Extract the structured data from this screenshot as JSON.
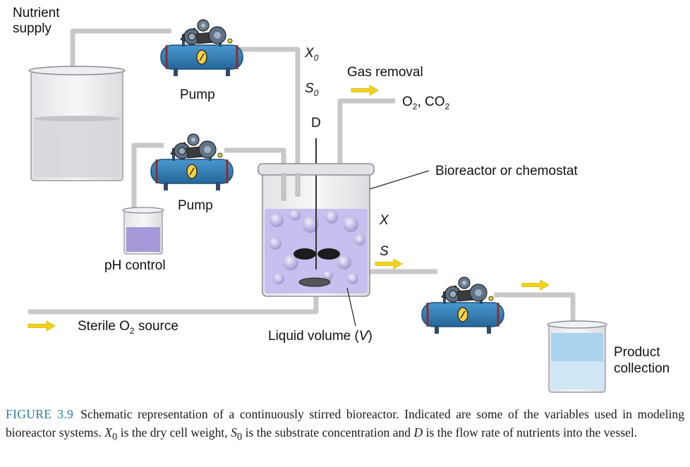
{
  "labels": {
    "nutrient_supply_line1": "Nutrient",
    "nutrient_supply_line2": "supply",
    "pump_top": "Pump",
    "pump_middle": "Pump",
    "x0": "X",
    "x0_sub": "0",
    "s0": "S",
    "s0_sub": "0",
    "d": "D",
    "gas_removal": "Gas removal",
    "gas_o2": "O",
    "gas_o2_sub": "2",
    "gas_co2": ", CO",
    "gas_co2_sub": "2",
    "bioreactor": "Bioreactor or chemostat",
    "x": "X",
    "s": "S",
    "ph_control": "pH control",
    "sterile_pre": "Sterile O",
    "sterile_sub": "2",
    "sterile_post": " source",
    "liquid_volume_pre": "Liquid volume (",
    "liquid_volume_v": "V",
    "liquid_volume_post": ")",
    "product_line1": "Product",
    "product_line2": "collection"
  },
  "caption": {
    "label": "FIGURE 3.9",
    "part1": "Schematic representation of a continuously stirred bioreactor. Indicated are some of the variables used in modeling bioreactor systems. ",
    "x0": "X",
    "x0_sub": "0",
    "part2": " is the dry cell weight, ",
    "s0": "S",
    "s0_sub": "0",
    "part3": " is the substrate concentration and ",
    "d": "D",
    "part4": " is the flow rate of nutrients into the vessel."
  },
  "colors": {
    "pipe": "#c8c8c8",
    "pump_blue": "#2e7fb8",
    "arrow_yellow": "#f2d21a",
    "liquid_purple": "#b7a9e0",
    "liquid_blue": "#a9d3ee",
    "caption_label": "#2a7fa8"
  }
}
